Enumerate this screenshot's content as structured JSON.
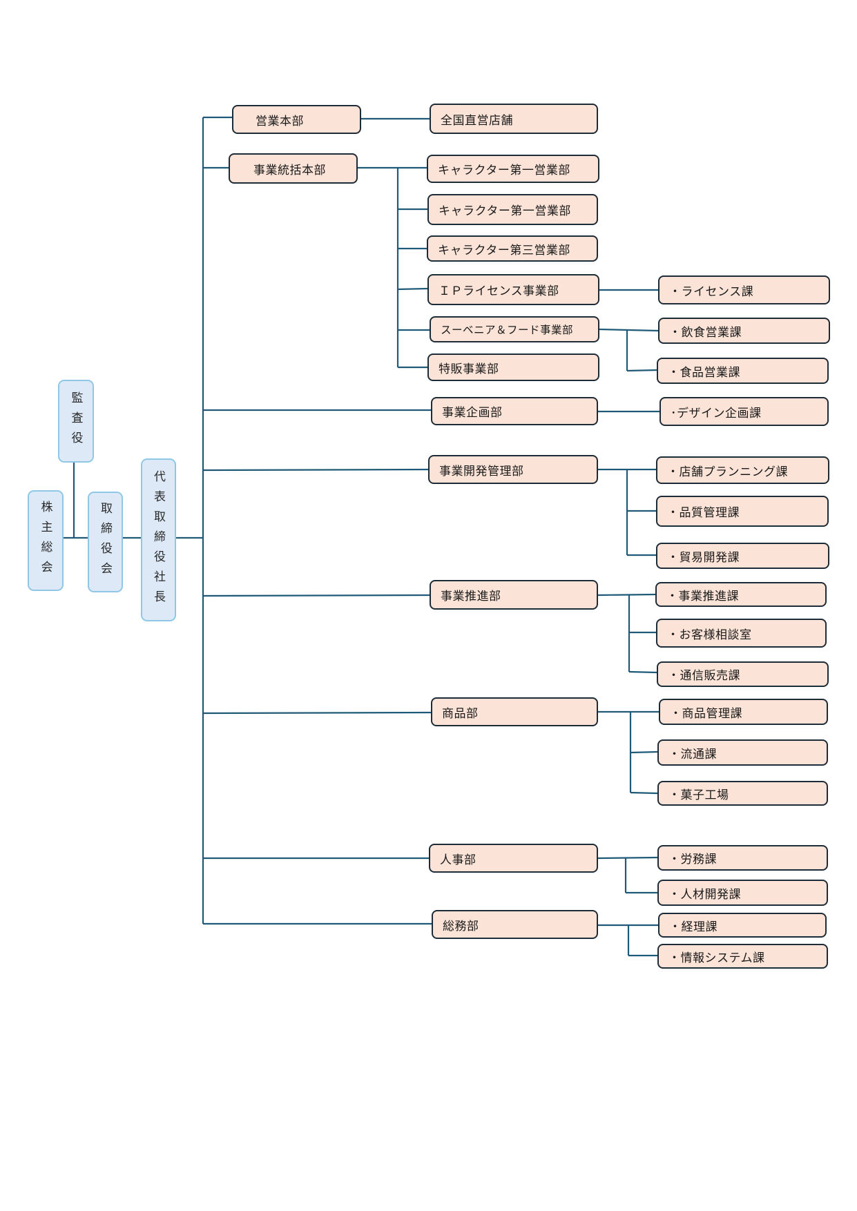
{
  "executive": {
    "shareholders": "株主総会",
    "auditor": "監査役",
    "board": "取締役会",
    "president": "代表取締役社長"
  },
  "departments": {
    "sales_hq": "営業本部",
    "sales_hq_store": "全国直営店舗",
    "business_hq": "事業統括本部",
    "char1": "キャラクター第一営業部",
    "char2": "キャラクター第一営業部",
    "char3": "キャラクター第三営業部",
    "ip": "ＩＰライセンス事業部",
    "ip_sec1": "・ライセンス課",
    "souvenir": "スーベニア＆フード事業部",
    "souvenir_sec1": "・飲食営業課",
    "souvenir_sec2": "・食品営業課",
    "special": "特販事業部",
    "planning": "事業企画部",
    "planning_sec1": "･デザイン企画課",
    "devmgmt": "事業開発管理部",
    "devmgmt_sec1": "・店舗プランニング課",
    "devmgmt_sec2": "・品質管理課",
    "devmgmt_sec3": "・貿易開発課",
    "promo": "事業推進部",
    "promo_sec1": "・事業推進課",
    "promo_sec2": "・お客様相談室",
    "promo_sec3": "・通信販売課",
    "product": "商品部",
    "product_sec1": "・商品管理課",
    "product_sec2": "・流通課",
    "product_sec3": "・菓子工場",
    "hr": "人事部",
    "hr_sec1": "・労務課",
    "hr_sec2": "・人材開発課",
    "ga": "総務部",
    "ga_sec1": "・経理課",
    "ga_sec2": "・情報システム課"
  },
  "colors": {
    "box_fill": "#fbe3d7",
    "box_border": "#1c2b36",
    "exec_fill": "#dde9f6",
    "exec_border": "#8fc8e6",
    "connector": "#1e5a78"
  }
}
